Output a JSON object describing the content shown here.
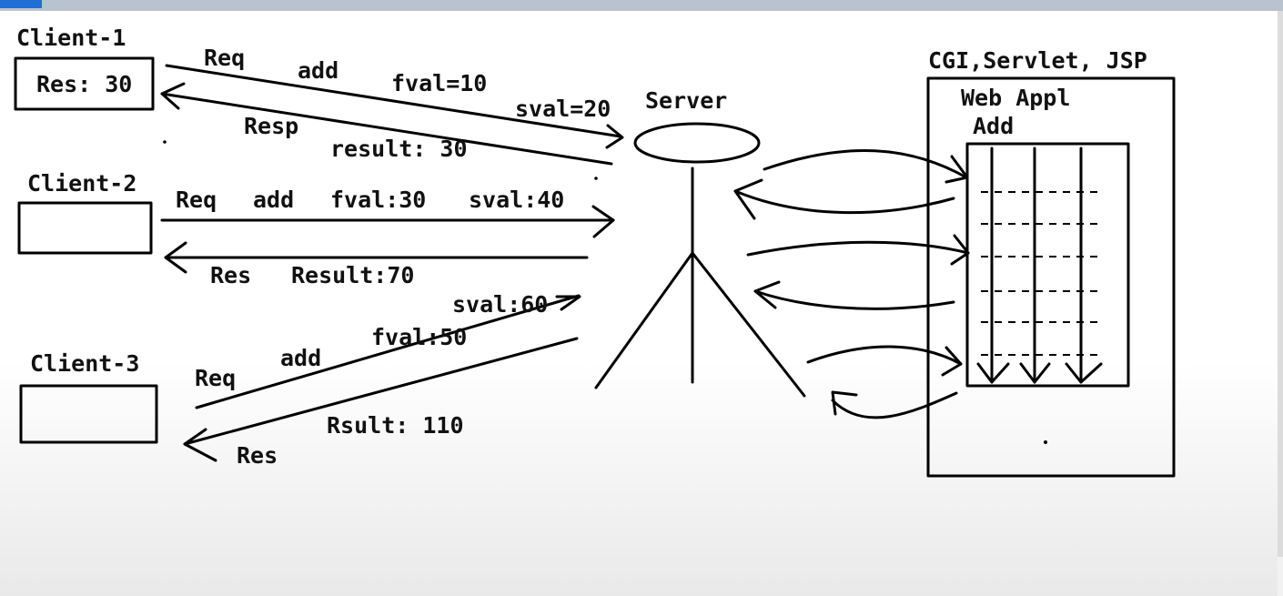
{
  "clients": [
    {
      "title": "Client-1",
      "box_text": "Res: 30"
    },
    {
      "title": "Client-2",
      "box_text": ""
    },
    {
      "title": "Client-3",
      "box_text": ""
    }
  ],
  "flow1": {
    "req": "Req",
    "op": "add",
    "fval": "fval=10",
    "sval": "sval=20",
    "resp": "Resp",
    "result": "result: 30"
  },
  "flow2": {
    "req": "Req",
    "op": "add",
    "fval": "fval:30",
    "sval": "sval:40",
    "res": "Res",
    "result": "Result:70"
  },
  "flow3": {
    "req": "Req",
    "op": "add",
    "fval": "fval:50",
    "sval": "sval:60",
    "res": "Res",
    "result": "Rsult: 110"
  },
  "server": {
    "label": "Server"
  },
  "webapp": {
    "tech": "CGI,Servlet, JSP",
    "title": "Web Appl",
    "name": "Add"
  }
}
